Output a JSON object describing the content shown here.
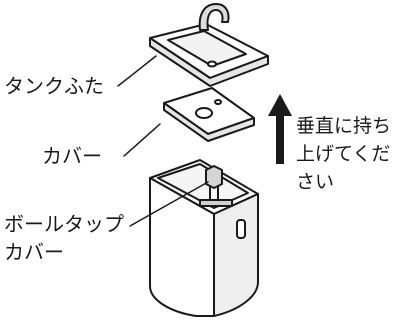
{
  "labels": {
    "tank_lid": "タンクふた",
    "cover": "カバー",
    "ballcap_line1": "ボールタップ",
    "ballcap_line2": "カバー",
    "instruction_line1": "垂直に持ち",
    "instruction_line2": "上げてくだ",
    "instruction_line3": "さい"
  },
  "icons": {
    "lift_arrow": "up-arrow-icon"
  },
  "colors": {
    "line": "#1a1a1a",
    "fill": "#ffffff",
    "shade": "#e6e6e6"
  }
}
